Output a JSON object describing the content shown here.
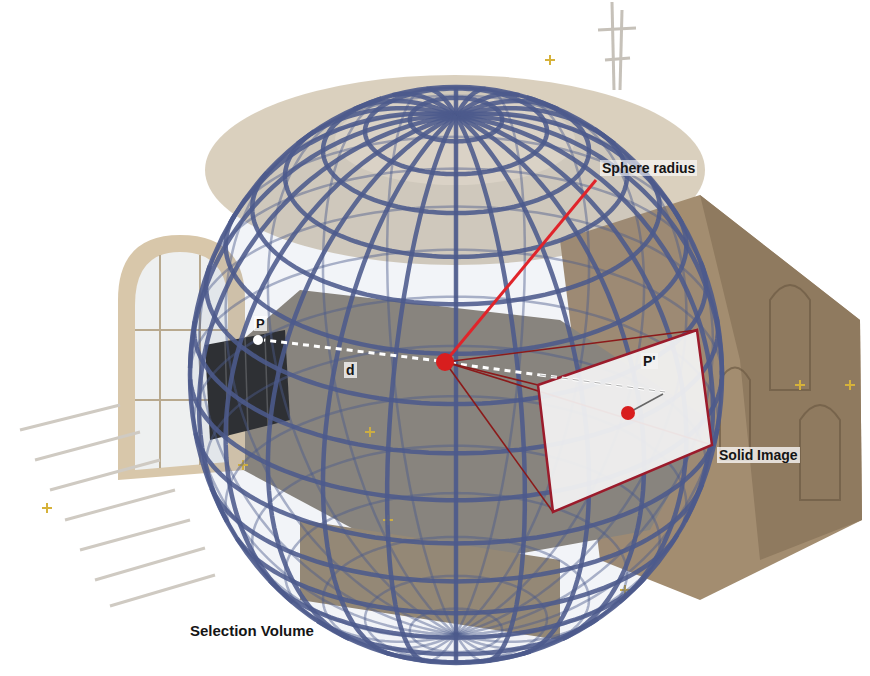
{
  "diagram": {
    "nodes": [
      {
        "text": [
          "P'",
          "Solid Image"
        ]
      }
    ],
    "labels": [
      "Sphere radius",
      "P",
      "d",
      "Selection Volume"
    ]
  }
}
